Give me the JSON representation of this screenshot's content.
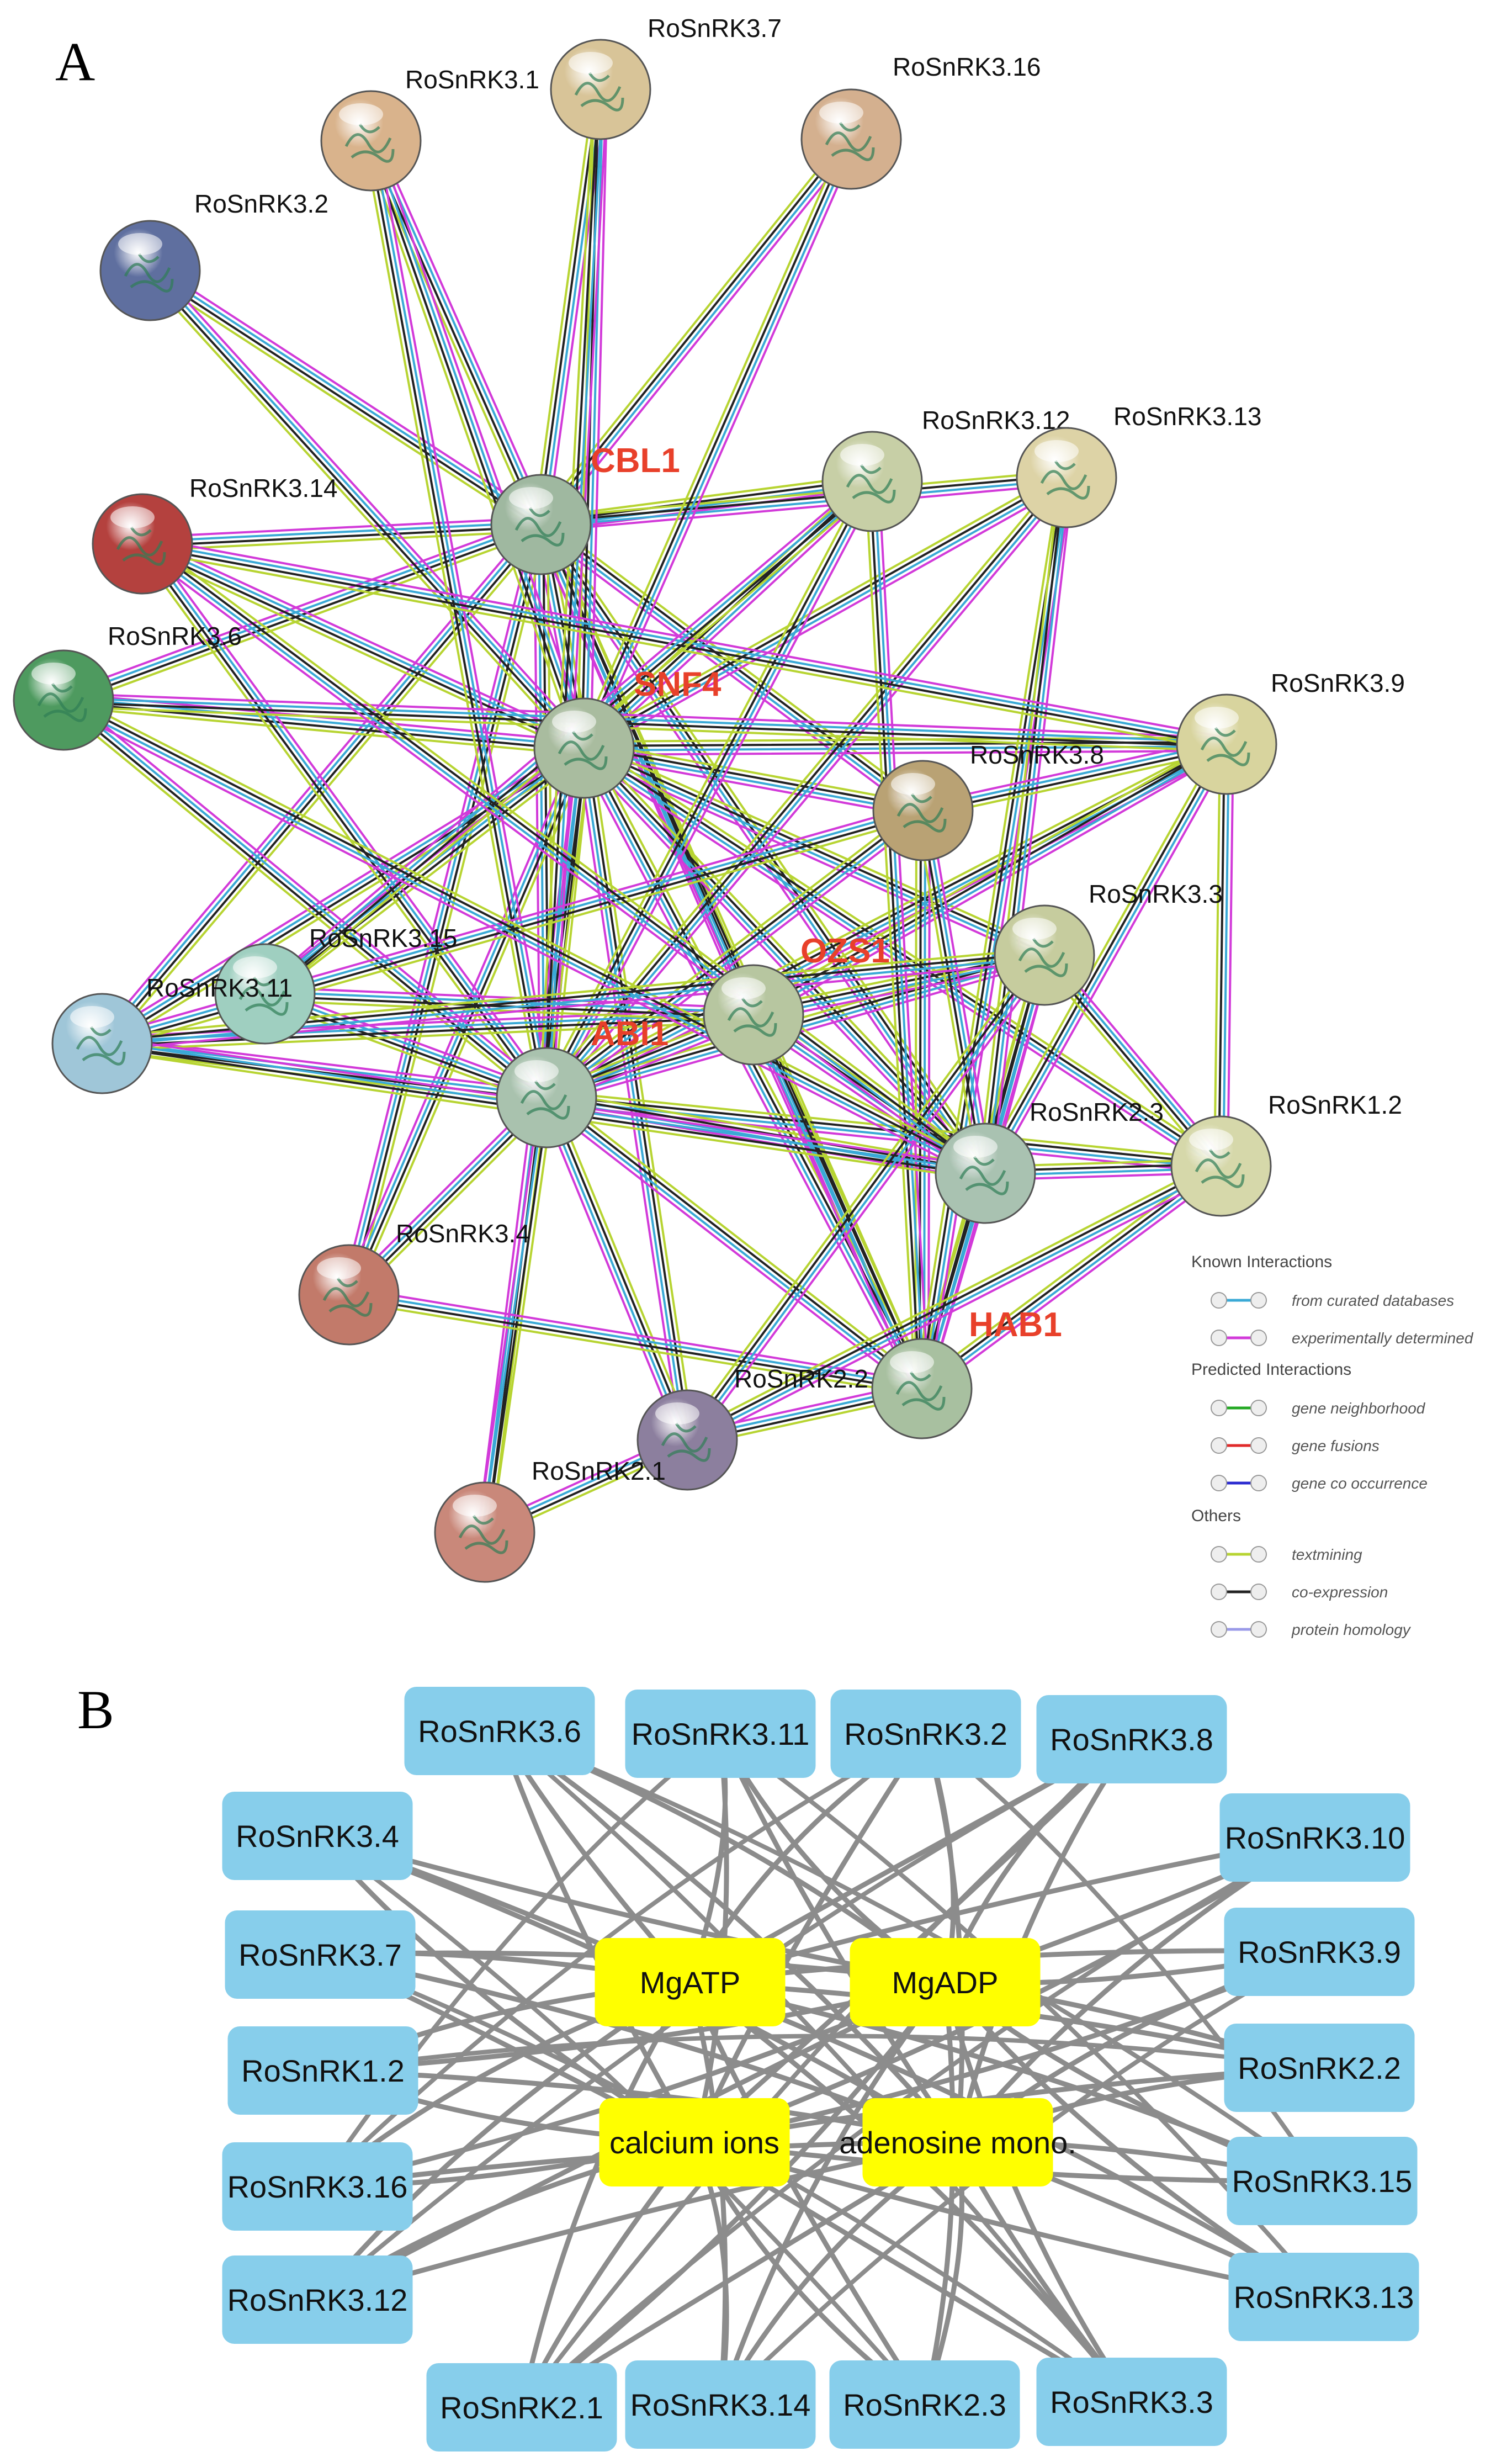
{
  "panel_a": {
    "letter": "A",
    "nodes": [
      {
        "id": "RoSnRK3.1",
        "label": "RoSnRK3.1",
        "color": "#d9b38c",
        "highlight": false
      },
      {
        "id": "RoSnRK3.7",
        "label": "RoSnRK3.7",
        "color": "#d8c498",
        "highlight": false
      },
      {
        "id": "RoSnRK3.16",
        "label": "RoSnRK3.16",
        "color": "#d4b08f",
        "highlight": false
      },
      {
        "id": "RoSnRK3.2",
        "label": "RoSnRK3.2",
        "color": "#5f6f9f",
        "highlight": false
      },
      {
        "id": "CBL1",
        "label": "CBL1",
        "color": "#9fb8a0",
        "highlight": true
      },
      {
        "id": "RoSnRK3.12",
        "label": "RoSnRK3.12",
        "color": "#c7cfa6",
        "highlight": false
      },
      {
        "id": "RoSnRK3.13",
        "label": "RoSnRK3.13",
        "color": "#ddd3a6",
        "highlight": false
      },
      {
        "id": "RoSnRK3.14",
        "label": "RoSnRK3.14",
        "color": "#b4413e",
        "highlight": false
      },
      {
        "id": "RoSnRK3.6",
        "label": "RoSnRK3.6",
        "color": "#4e9a5f",
        "highlight": false
      },
      {
        "id": "SNF4",
        "label": "SNF4",
        "color": "#a9bc9f",
        "highlight": true
      },
      {
        "id": "RoSnRK3.9",
        "label": "RoSnRK3.9",
        "color": "#d8d49e",
        "highlight": false
      },
      {
        "id": "RoSnRK3.8",
        "label": "RoSnRK3.8",
        "color": "#b9a274",
        "highlight": false
      },
      {
        "id": "RoSnRK3.3",
        "label": "RoSnRK3.3",
        "color": "#c6cc9e",
        "highlight": false
      },
      {
        "id": "RoSnRK3.15",
        "label": "RoSnRK3.15",
        "color": "#9fcfc0",
        "highlight": false
      },
      {
        "id": "RoSnRK3.11",
        "label": "RoSnRK3.11",
        "color": "#9fc6d8",
        "highlight": false
      },
      {
        "id": "OZS1",
        "label": "OZS1",
        "color": "#b7c6a0",
        "highlight": true
      },
      {
        "id": "ABI1",
        "label": "ABI1",
        "color": "#a9c2ae",
        "highlight": true
      },
      {
        "id": "RoSnRK2.3",
        "label": "RoSnRK2.3",
        "color": "#a9c2b1",
        "highlight": false
      },
      {
        "id": "RoSnRK1.2",
        "label": "RoSnRK1.2",
        "color": "#d6d8aa",
        "highlight": false
      },
      {
        "id": "RoSnRK3.4",
        "label": "RoSnRK3.4",
        "color": "#c27a6a",
        "highlight": false
      },
      {
        "id": "HAB1",
        "label": "HAB1",
        "color": "#a8c0a0",
        "highlight": true
      },
      {
        "id": "RoSnRK2.2",
        "label": "RoSnRK2.2",
        "color": "#8c7f9e",
        "highlight": false
      },
      {
        "id": "RoSnRK2.1",
        "label": "RoSnRK2.1",
        "color": "#c9887a",
        "highlight": false
      }
    ],
    "edges": [
      [
        "CBL1",
        "SNF4"
      ],
      [
        "CBL1",
        "ABI1"
      ],
      [
        "CBL1",
        "RoSnRK3.1"
      ],
      [
        "CBL1",
        "RoSnRK3.7"
      ],
      [
        "CBL1",
        "RoSnRK3.16"
      ],
      [
        "CBL1",
        "RoSnRK3.2"
      ],
      [
        "CBL1",
        "RoSnRK3.14"
      ],
      [
        "CBL1",
        "RoSnRK3.6"
      ],
      [
        "CBL1",
        "RoSnRK3.12"
      ],
      [
        "CBL1",
        "RoSnRK3.13"
      ],
      [
        "CBL1",
        "RoSnRK3.8"
      ],
      [
        "CBL1",
        "RoSnRK3.4"
      ],
      [
        "CBL1",
        "RoSnRK2.3"
      ],
      [
        "CBL1",
        "RoSnRK3.11"
      ],
      [
        "CBL1",
        "OZS1"
      ],
      [
        "CBL1",
        "HAB1"
      ],
      [
        "SNF4",
        "ABI1"
      ],
      [
        "SNF4",
        "RoSnRK3.1"
      ],
      [
        "SNF4",
        "RoSnRK3.7"
      ],
      [
        "SNF4",
        "RoSnRK3.16"
      ],
      [
        "SNF4",
        "RoSnRK3.2"
      ],
      [
        "SNF4",
        "RoSnRK3.14"
      ],
      [
        "SNF4",
        "RoSnRK3.6"
      ],
      [
        "SNF4",
        "RoSnRK3.12"
      ],
      [
        "SNF4",
        "RoSnRK3.13"
      ],
      [
        "SNF4",
        "RoSnRK3.9"
      ],
      [
        "SNF4",
        "RoSnRK3.8"
      ],
      [
        "SNF4",
        "RoSnRK3.3"
      ],
      [
        "SNF4",
        "RoSnRK1.2"
      ],
      [
        "SNF4",
        "RoSnRK2.3"
      ],
      [
        "SNF4",
        "RoSnRK3.4"
      ],
      [
        "SNF4",
        "RoSnRK2.2"
      ],
      [
        "SNF4",
        "RoSnRK2.1"
      ],
      [
        "SNF4",
        "HAB1"
      ],
      [
        "SNF4",
        "RoSnRK3.11"
      ],
      [
        "SNF4",
        "RoSnRK3.15"
      ],
      [
        "ABI1",
        "RoSnRK3.1"
      ],
      [
        "ABI1",
        "RoSnRK3.7"
      ],
      [
        "ABI1",
        "RoSnRK3.14"
      ],
      [
        "ABI1",
        "RoSnRK3.6"
      ],
      [
        "ABI1",
        "RoSnRK3.12"
      ],
      [
        "ABI1",
        "RoSnRK3.13"
      ],
      [
        "ABI1",
        "RoSnRK3.9"
      ],
      [
        "ABI1",
        "RoSnRK3.8"
      ],
      [
        "ABI1",
        "RoSnRK3.3"
      ],
      [
        "ABI1",
        "RoSnRK1.2"
      ],
      [
        "ABI1",
        "RoSnRK2.3"
      ],
      [
        "ABI1",
        "RoSnRK3.4"
      ],
      [
        "ABI1",
        "RoSnRK2.2"
      ],
      [
        "ABI1",
        "RoSnRK2.1"
      ],
      [
        "ABI1",
        "HAB1"
      ],
      [
        "ABI1",
        "RoSnRK3.11"
      ],
      [
        "ABI1",
        "RoSnRK3.15"
      ],
      [
        "ABI1",
        "OZS1"
      ],
      [
        "OZS1",
        "RoSnRK3.9"
      ],
      [
        "OZS1",
        "RoSnRK3.3"
      ],
      [
        "OZS1",
        "RoSnRK2.3"
      ],
      [
        "OZS1",
        "HAB1"
      ],
      [
        "OZS1",
        "RoSnRK3.11"
      ],
      [
        "OZS1",
        "RoSnRK3.15"
      ],
      [
        "HAB1",
        "RoSnRK2.3"
      ],
      [
        "HAB1",
        "RoSnRK2.2"
      ],
      [
        "HAB1",
        "RoSnRK3.4"
      ],
      [
        "HAB1",
        "RoSnRK1.2"
      ],
      [
        "HAB1",
        "RoSnRK3.3"
      ],
      [
        "HAB1",
        "RoSnRK3.8"
      ],
      [
        "HAB1",
        "RoSnRK3.13"
      ],
      [
        "HAB1",
        "RoSnRK3.12"
      ],
      [
        "RoSnRK2.3",
        "RoSnRK1.2"
      ],
      [
        "RoSnRK2.3",
        "RoSnRK3.9"
      ],
      [
        "RoSnRK2.3",
        "RoSnRK3.8"
      ],
      [
        "RoSnRK2.3",
        "RoSnRK3.3"
      ],
      [
        "RoSnRK2.3",
        "RoSnRK3.13"
      ],
      [
        "RoSnRK2.3",
        "RoSnRK3.11"
      ],
      [
        "RoSnRK2.2",
        "RoSnRK2.1"
      ],
      [
        "RoSnRK2.2",
        "RoSnRK1.2"
      ],
      [
        "RoSnRK2.2",
        "RoSnRK3.3"
      ],
      [
        "RoSnRK1.2",
        "RoSnRK3.9"
      ],
      [
        "RoSnRK1.2",
        "RoSnRK3.3"
      ],
      [
        "RoSnRK3.9",
        "RoSnRK3.8"
      ],
      [
        "RoSnRK3.9",
        "RoSnRK3.6"
      ],
      [
        "RoSnRK3.9",
        "RoSnRK3.14"
      ],
      [
        "RoSnRK3.8",
        "RoSnRK3.11"
      ],
      [
        "RoSnRK3.12",
        "RoSnRK3.15"
      ],
      [
        "RoSnRK3.14",
        "RoSnRK2.3"
      ],
      [
        "RoSnRK3.6",
        "RoSnRK2.3"
      ],
      [
        "RoSnRK3.11",
        "RoSnRK3.3"
      ]
    ],
    "legend": {
      "known_heading": "Known Interactions",
      "predicted_heading": "Predicted Interactions",
      "others_heading": "Others",
      "items": [
        {
          "group": "known",
          "label": "from curated databases",
          "color": "#3aa9d6"
        },
        {
          "group": "known",
          "label": "experimentally determined",
          "color": "#d23ad9"
        },
        {
          "group": "predicted",
          "label": "gene neighborhood",
          "color": "#22a822"
        },
        {
          "group": "predicted",
          "label": "gene fusions",
          "color": "#e02a2a"
        },
        {
          "group": "predicted",
          "label": "gene co occurrence",
          "color": "#2a2ad0"
        },
        {
          "group": "others",
          "label": "textmining",
          "color": "#b7d432"
        },
        {
          "group": "others",
          "label": "co-expression",
          "color": "#222222"
        },
        {
          "group": "others",
          "label": "protein homology",
          "color": "#9a9ae8"
        }
      ]
    }
  },
  "panel_b": {
    "letter": "B",
    "center_nodes": [
      {
        "id": "MgATP",
        "label": "MgATP"
      },
      {
        "id": "MgADP",
        "label": "MgADP"
      },
      {
        "id": "calcium",
        "label": "calcium ions"
      },
      {
        "id": "amp",
        "label": "adenosine mono."
      }
    ],
    "outer_nodes": [
      {
        "id": "b3.6",
        "label": "RoSnRK3.6"
      },
      {
        "id": "b3.11",
        "label": "RoSnRK3.11"
      },
      {
        "id": "b3.2",
        "label": "RoSnRK3.2"
      },
      {
        "id": "b3.8",
        "label": "RoSnRK3.8"
      },
      {
        "id": "b3.4",
        "label": "RoSnRK3.4"
      },
      {
        "id": "b3.10",
        "label": "RoSnRK3.10"
      },
      {
        "id": "b3.7",
        "label": "RoSnRK3.7"
      },
      {
        "id": "b3.9",
        "label": "RoSnRK3.9"
      },
      {
        "id": "b1.2",
        "label": "RoSnRK1.2"
      },
      {
        "id": "b2.2",
        "label": "RoSnRK2.2"
      },
      {
        "id": "b3.16",
        "label": "RoSnRK3.16"
      },
      {
        "id": "b3.15",
        "label": "RoSnRK3.15"
      },
      {
        "id": "b3.12",
        "label": "RoSnRK3.12"
      },
      {
        "id": "b3.13",
        "label": "RoSnRK3.13"
      },
      {
        "id": "b2.1",
        "label": "RoSnRK2.1"
      },
      {
        "id": "b3.14",
        "label": "RoSnRK3.14"
      },
      {
        "id": "b2.3",
        "label": "RoSnRK2.3"
      },
      {
        "id": "b3.3",
        "label": "RoSnRK3.3"
      }
    ],
    "colors": {
      "outer": "#87ceeb",
      "center": "#ffff00",
      "edge": "#8c8c8c"
    }
  }
}
